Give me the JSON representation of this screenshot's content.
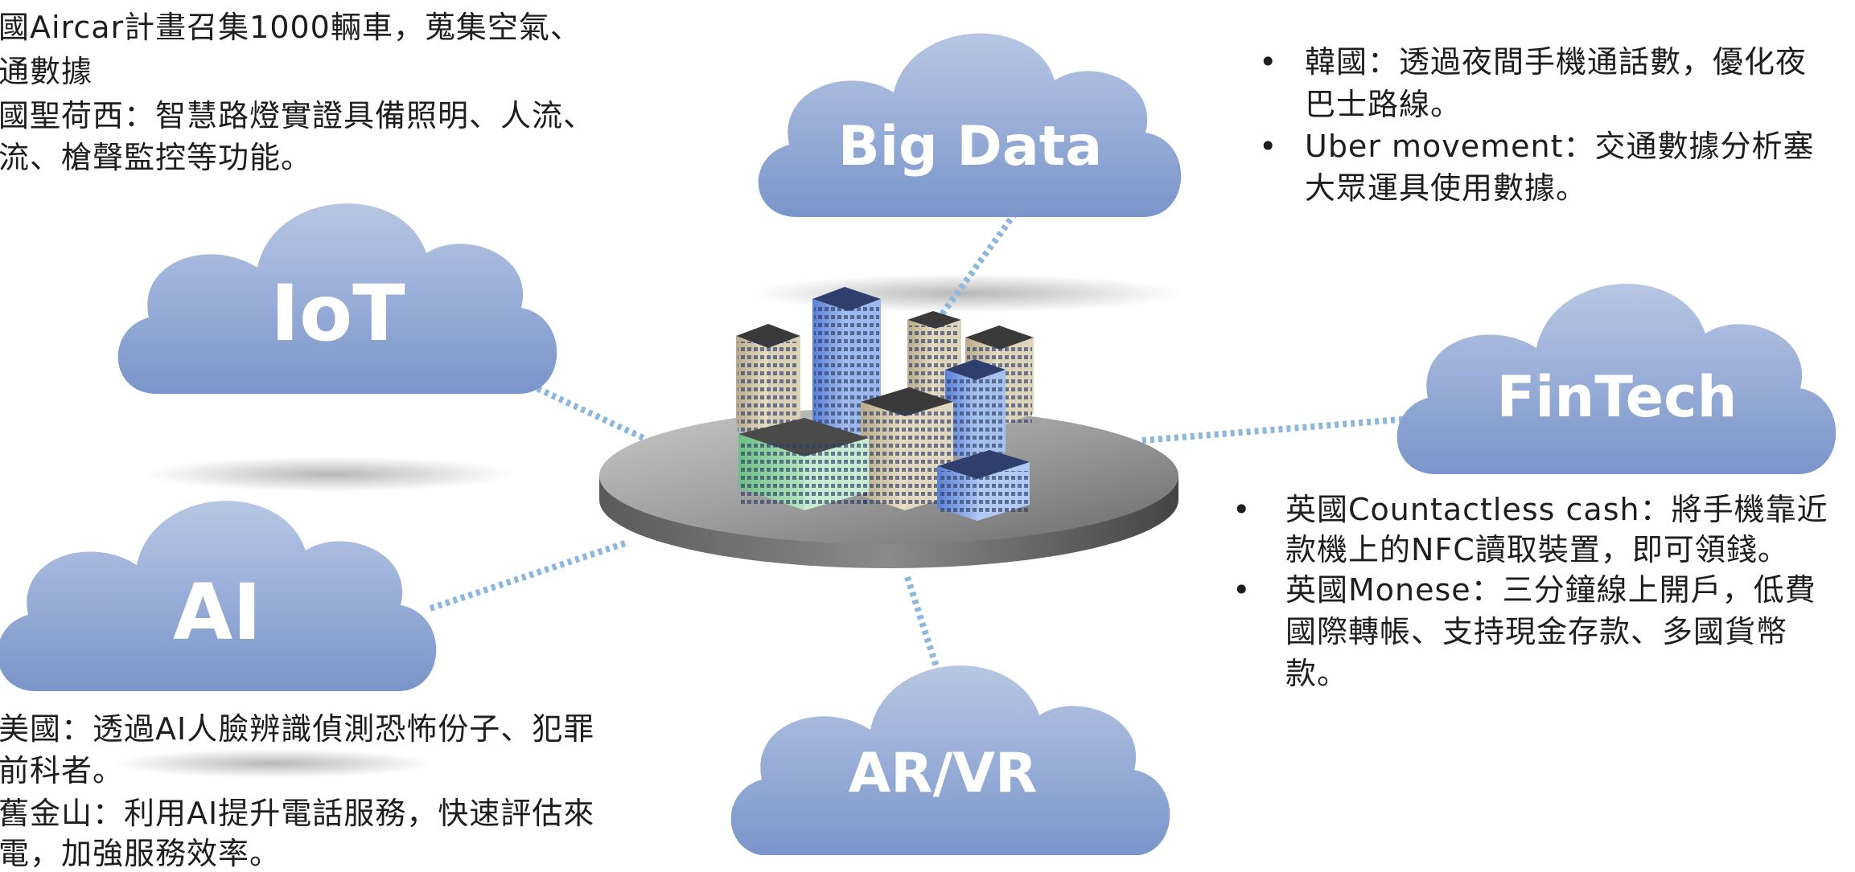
{
  "nodes": {
    "bigdata": {
      "label": "Big Data"
    },
    "iot": {
      "label": "IoT"
    },
    "ai": {
      "label": "AI"
    },
    "fintech": {
      "label": "FinTech"
    },
    "arvr": {
      "label": "AR/VR"
    }
  },
  "notes": {
    "iot": {
      "lines": [
        "國Aircar計畫召集1000輛車，蒐集空氣、",
        "通數據",
        "國聖荷西：智慧路燈實證具備照明、人流、",
        "流、槍聲監控等功能。"
      ]
    },
    "bigdata": {
      "lines": [
        "韓國：透過夜間手機通話數，優化夜",
        "巴士路線。",
        "Uber  movement：交通數據分析塞",
        "大眾運具使用數據。"
      ]
    },
    "fintech": {
      "lines": [
        "英國Countactless  cash：將手機靠近",
        "款機上的NFC讀取裝置，即可領錢。",
        "英國Monese：三分鐘線上開戶，低費",
        "國際轉帳、支持現金存款、多國貨幣",
        "款。"
      ]
    },
    "ai": {
      "lines": [
        "美國：透過AI人臉辨識偵測恐怖份子、犯罪",
        "前科者。",
        "舊金山：利用AI提升電話服務，快速評估來",
        "電，加強服務效率。"
      ]
    }
  },
  "bullet_char": "•",
  "colors": {
    "cloud_top": "#b3c2e2",
    "cloud_bottom": "#7d98cc",
    "connector": "#8db7dc",
    "platform": "#8f8f8f"
  }
}
